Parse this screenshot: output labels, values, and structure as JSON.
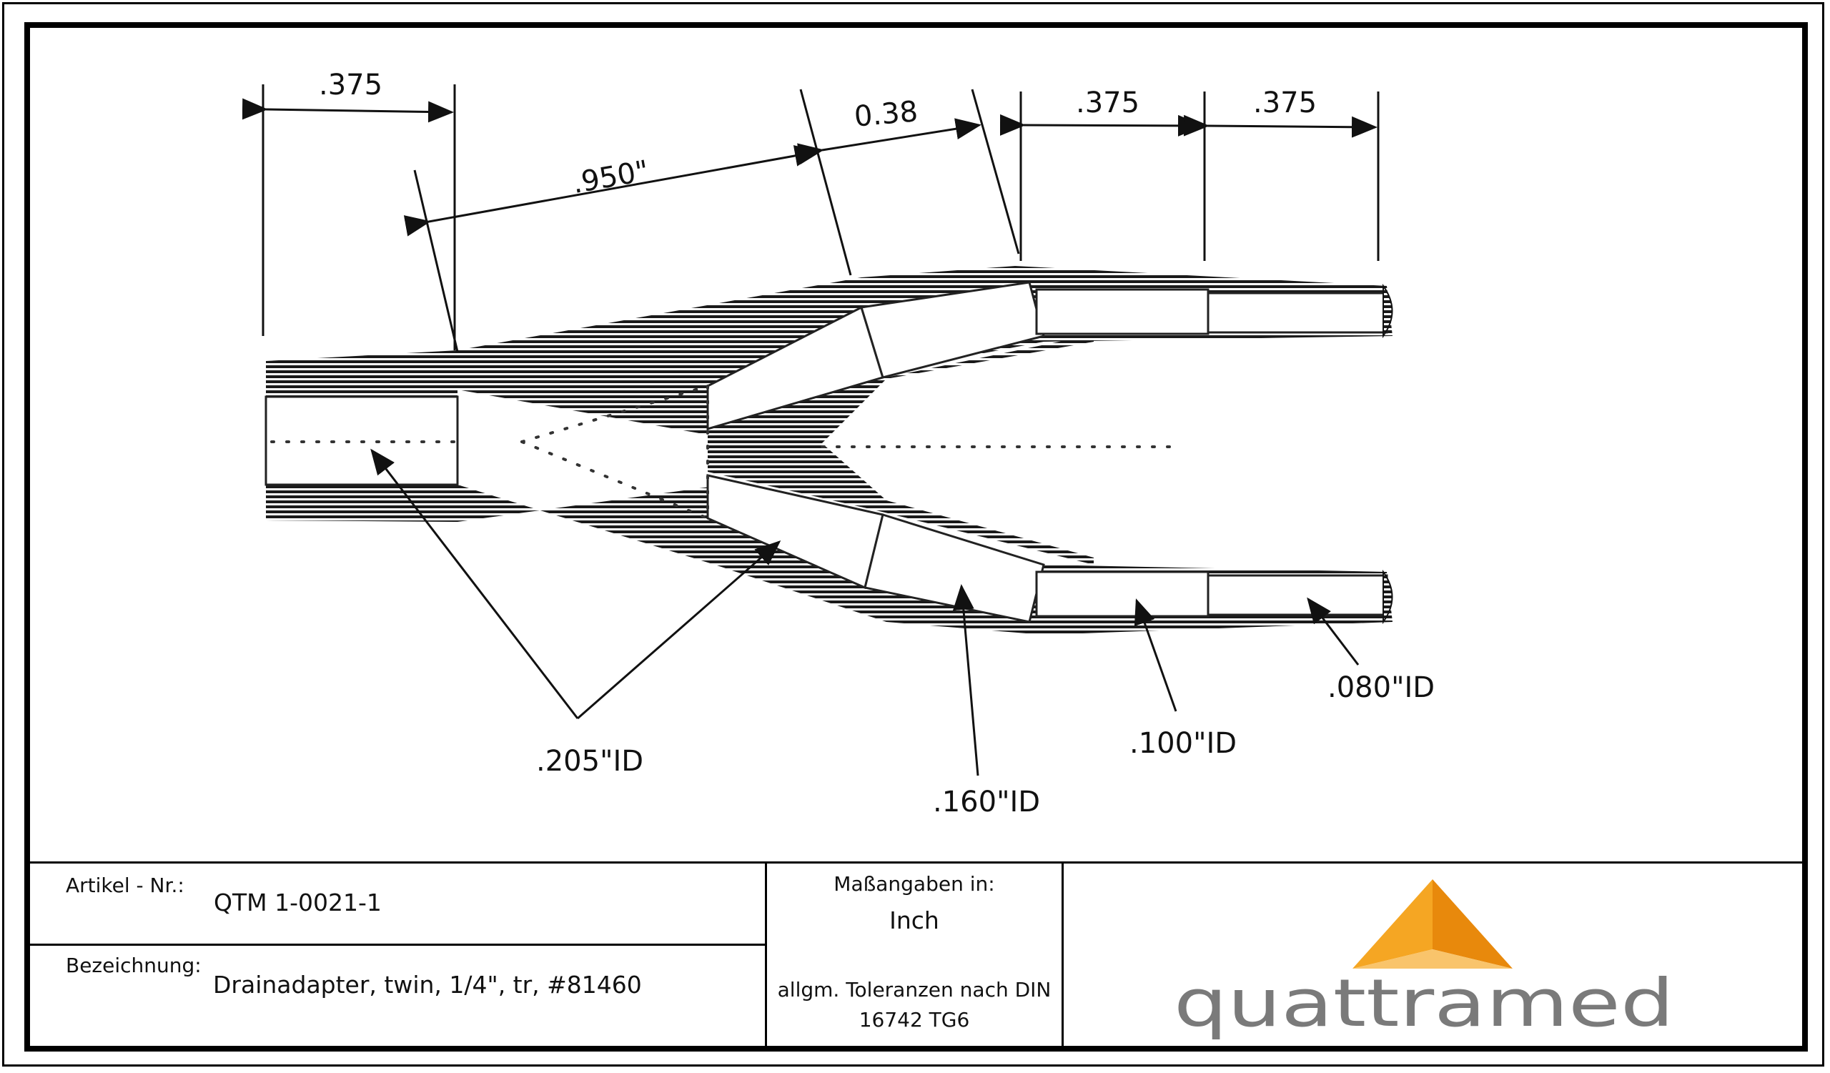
{
  "drawing": {
    "dimensions": {
      "top_left": ".375",
      "diagonal_long": ".950\"",
      "diagonal_short": "0.38",
      "top_right_1": ".375",
      "top_right_2": ".375"
    },
    "inner_diameters": {
      "id_205": ".205\"ID",
      "id_160": ".160\"ID",
      "id_100": ".100\"ID",
      "id_080": ".080\"ID"
    }
  },
  "title_block": {
    "article_label": "Artikel - Nr.:",
    "article_value": "QTM 1-0021-1",
    "designation_label": "Bezeichnung:",
    "designation_value": "Drainadapter, twin, 1/4\", tr, #81460",
    "units_label": "Maßangaben in:",
    "units_value": "Inch",
    "tolerance_line1": "allgm. Toleranzen nach DIN",
    "tolerance_line2": "16742 TG6"
  },
  "logo": {
    "text": "quattramed",
    "colors": {
      "triangle_left": "#F5A623",
      "triangle_right": "#E8890C",
      "triangle_bottom": "#F9C46B",
      "wordmark": "#7A7A7A"
    }
  }
}
